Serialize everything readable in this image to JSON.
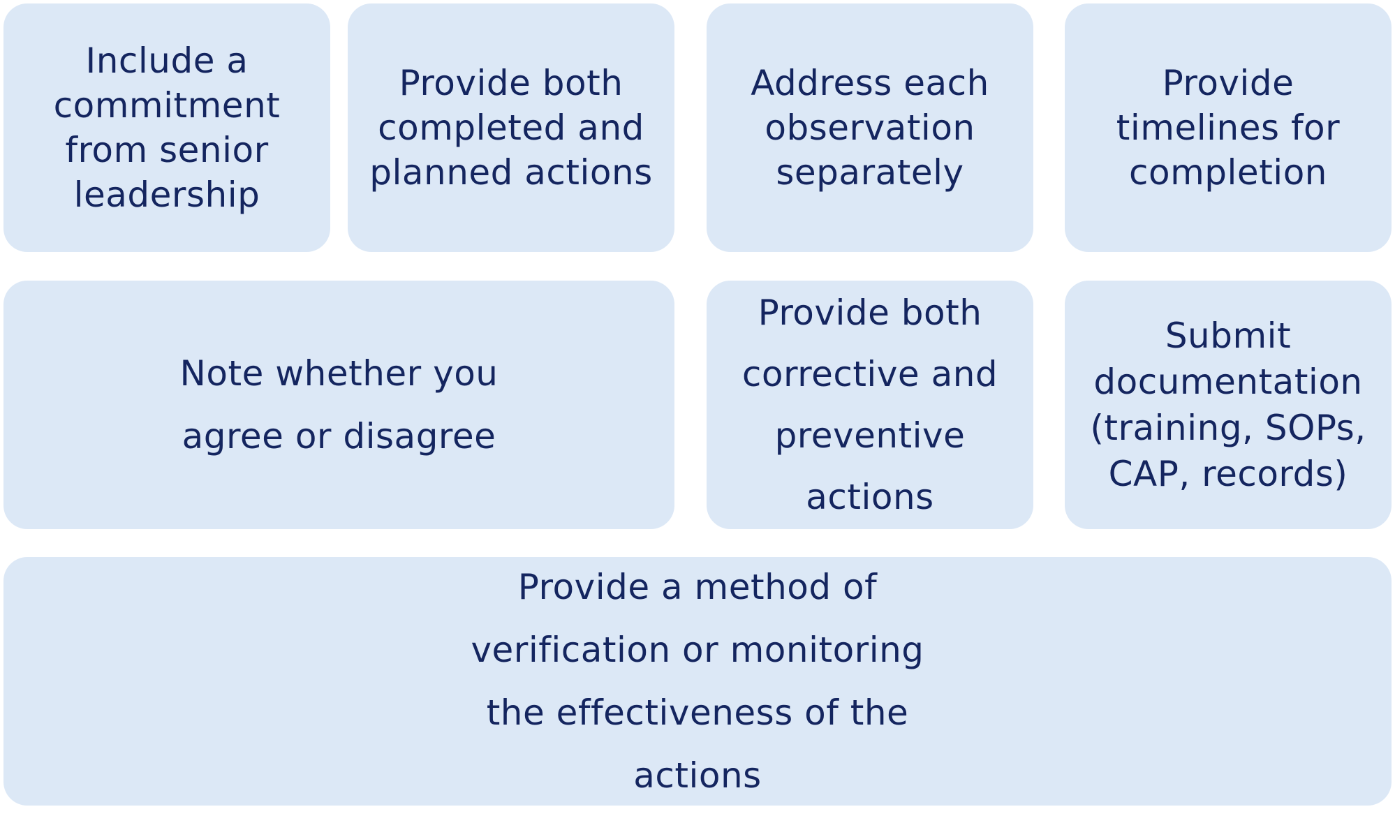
{
  "cards": [
    {
      "text": "Include a commitment from senior leadership"
    },
    {
      "text": "Provide both completed and planned actions"
    },
    {
      "text": "Address each observation separately"
    },
    {
      "text": "Provide timelines for completion"
    },
    {
      "text": "Note whether you agree or disagree"
    },
    {
      "text": "Provide both corrective and preventive actions"
    },
    {
      "text": "Submit documentation (training, SOPs, CAP, records)"
    },
    {
      "text": "Provide a method of verification or monitoring the effectiveness of the actions"
    }
  ],
  "colors": {
    "card_background": "#dce8f6",
    "text": "#14255f",
    "page_background": "#ffffff"
  }
}
